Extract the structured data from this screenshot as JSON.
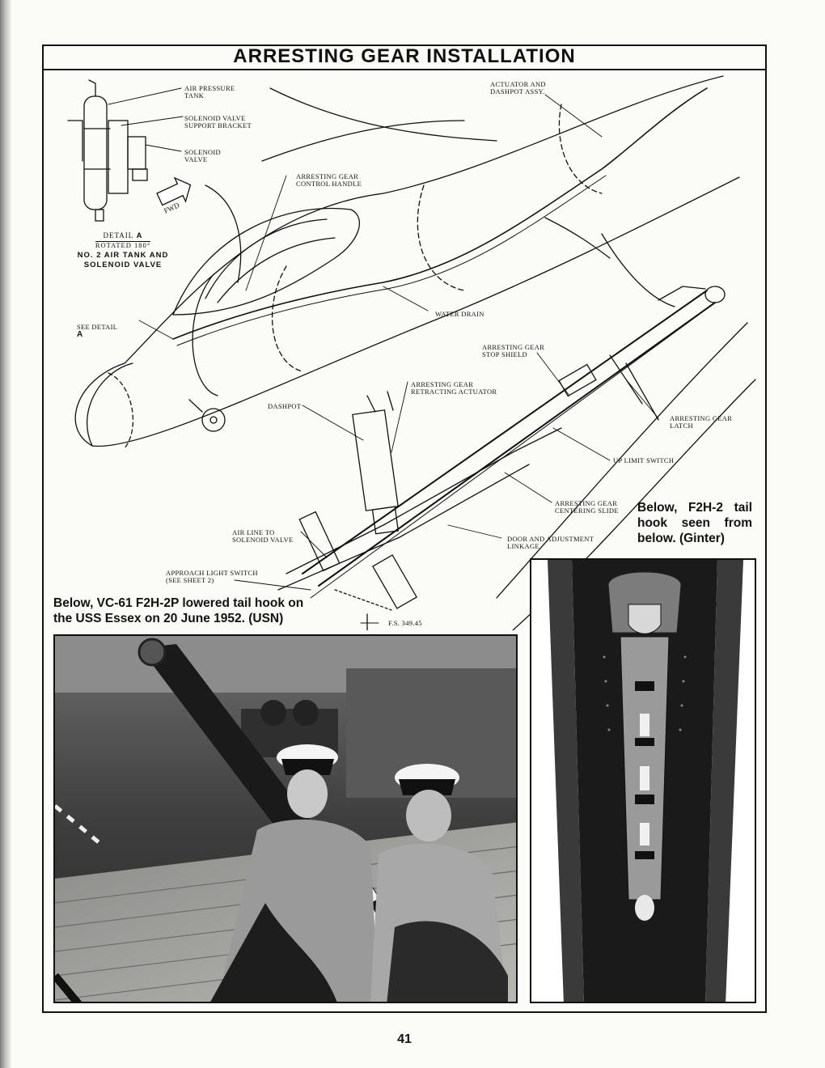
{
  "page": {
    "title": "ARRESTING GEAR INSTALLATION",
    "page_number": "41"
  },
  "diagram": {
    "fwd_label": "FWD",
    "detail_a": {
      "caption_line1": "DETAIL",
      "caption_letter": "A",
      "caption_line2": "ROTATED 180°",
      "subtitle_line1": "NO. 2 AIR TANK AND",
      "subtitle_line2": "SOLENOID VALVE"
    },
    "labels": {
      "air_pressure_tank": "AIR PRESSURE\nTANK",
      "solenoid_valve_support_bracket": "SOLENOID VALVE\nSUPPORT BRACKET",
      "solenoid_valve": "SOLENOID\nVALVE",
      "arresting_gear_control_handle": "ARRESTING GEAR\nCONTROL HANDLE",
      "actuator_and_dashpot_assy": "ACTUATOR AND\nDASHPOT ASSY.",
      "water_drain": "WATER DRAIN",
      "see_detail_a": "SEE DETAIL",
      "see_detail_letter": "A",
      "arresting_gear_stop_shield": "ARRESTING GEAR\nSTOP SHIELD",
      "arresting_gear_retracting_actuator": "ARRESTING GEAR\nRETRACTING ACTUATOR",
      "dashpot": "DASHPOT",
      "arresting_gear_latch": "ARRESTING GEAR\nLATCH",
      "up_limit_switch": "UP LIMIT SWITCH",
      "arresting_gear_centering_slide": "ARRESTING GEAR\nCENTERING SLIDE",
      "air_line_to_solenoid_valve": "AIR LINE TO\nSOLENOID VALVE",
      "door_and_adjustment_linkage": "DOOR AND ADJUSTMENT\nLINKAGE",
      "approach_light_switch": "APPROACH LIGHT SWITCH\n(SEE SHEET 2)",
      "fs_station": "F.S. 349.45"
    }
  },
  "captions": {
    "right_photo": "Below, F2H-2 tail hook seen from below. (Ginter)",
    "left_photo_line1": "Below, VC-61 F2H-2P lowered tail hook on",
    "left_photo_line2": "the USS Essex on 20 June 1952. (USN)"
  }
}
